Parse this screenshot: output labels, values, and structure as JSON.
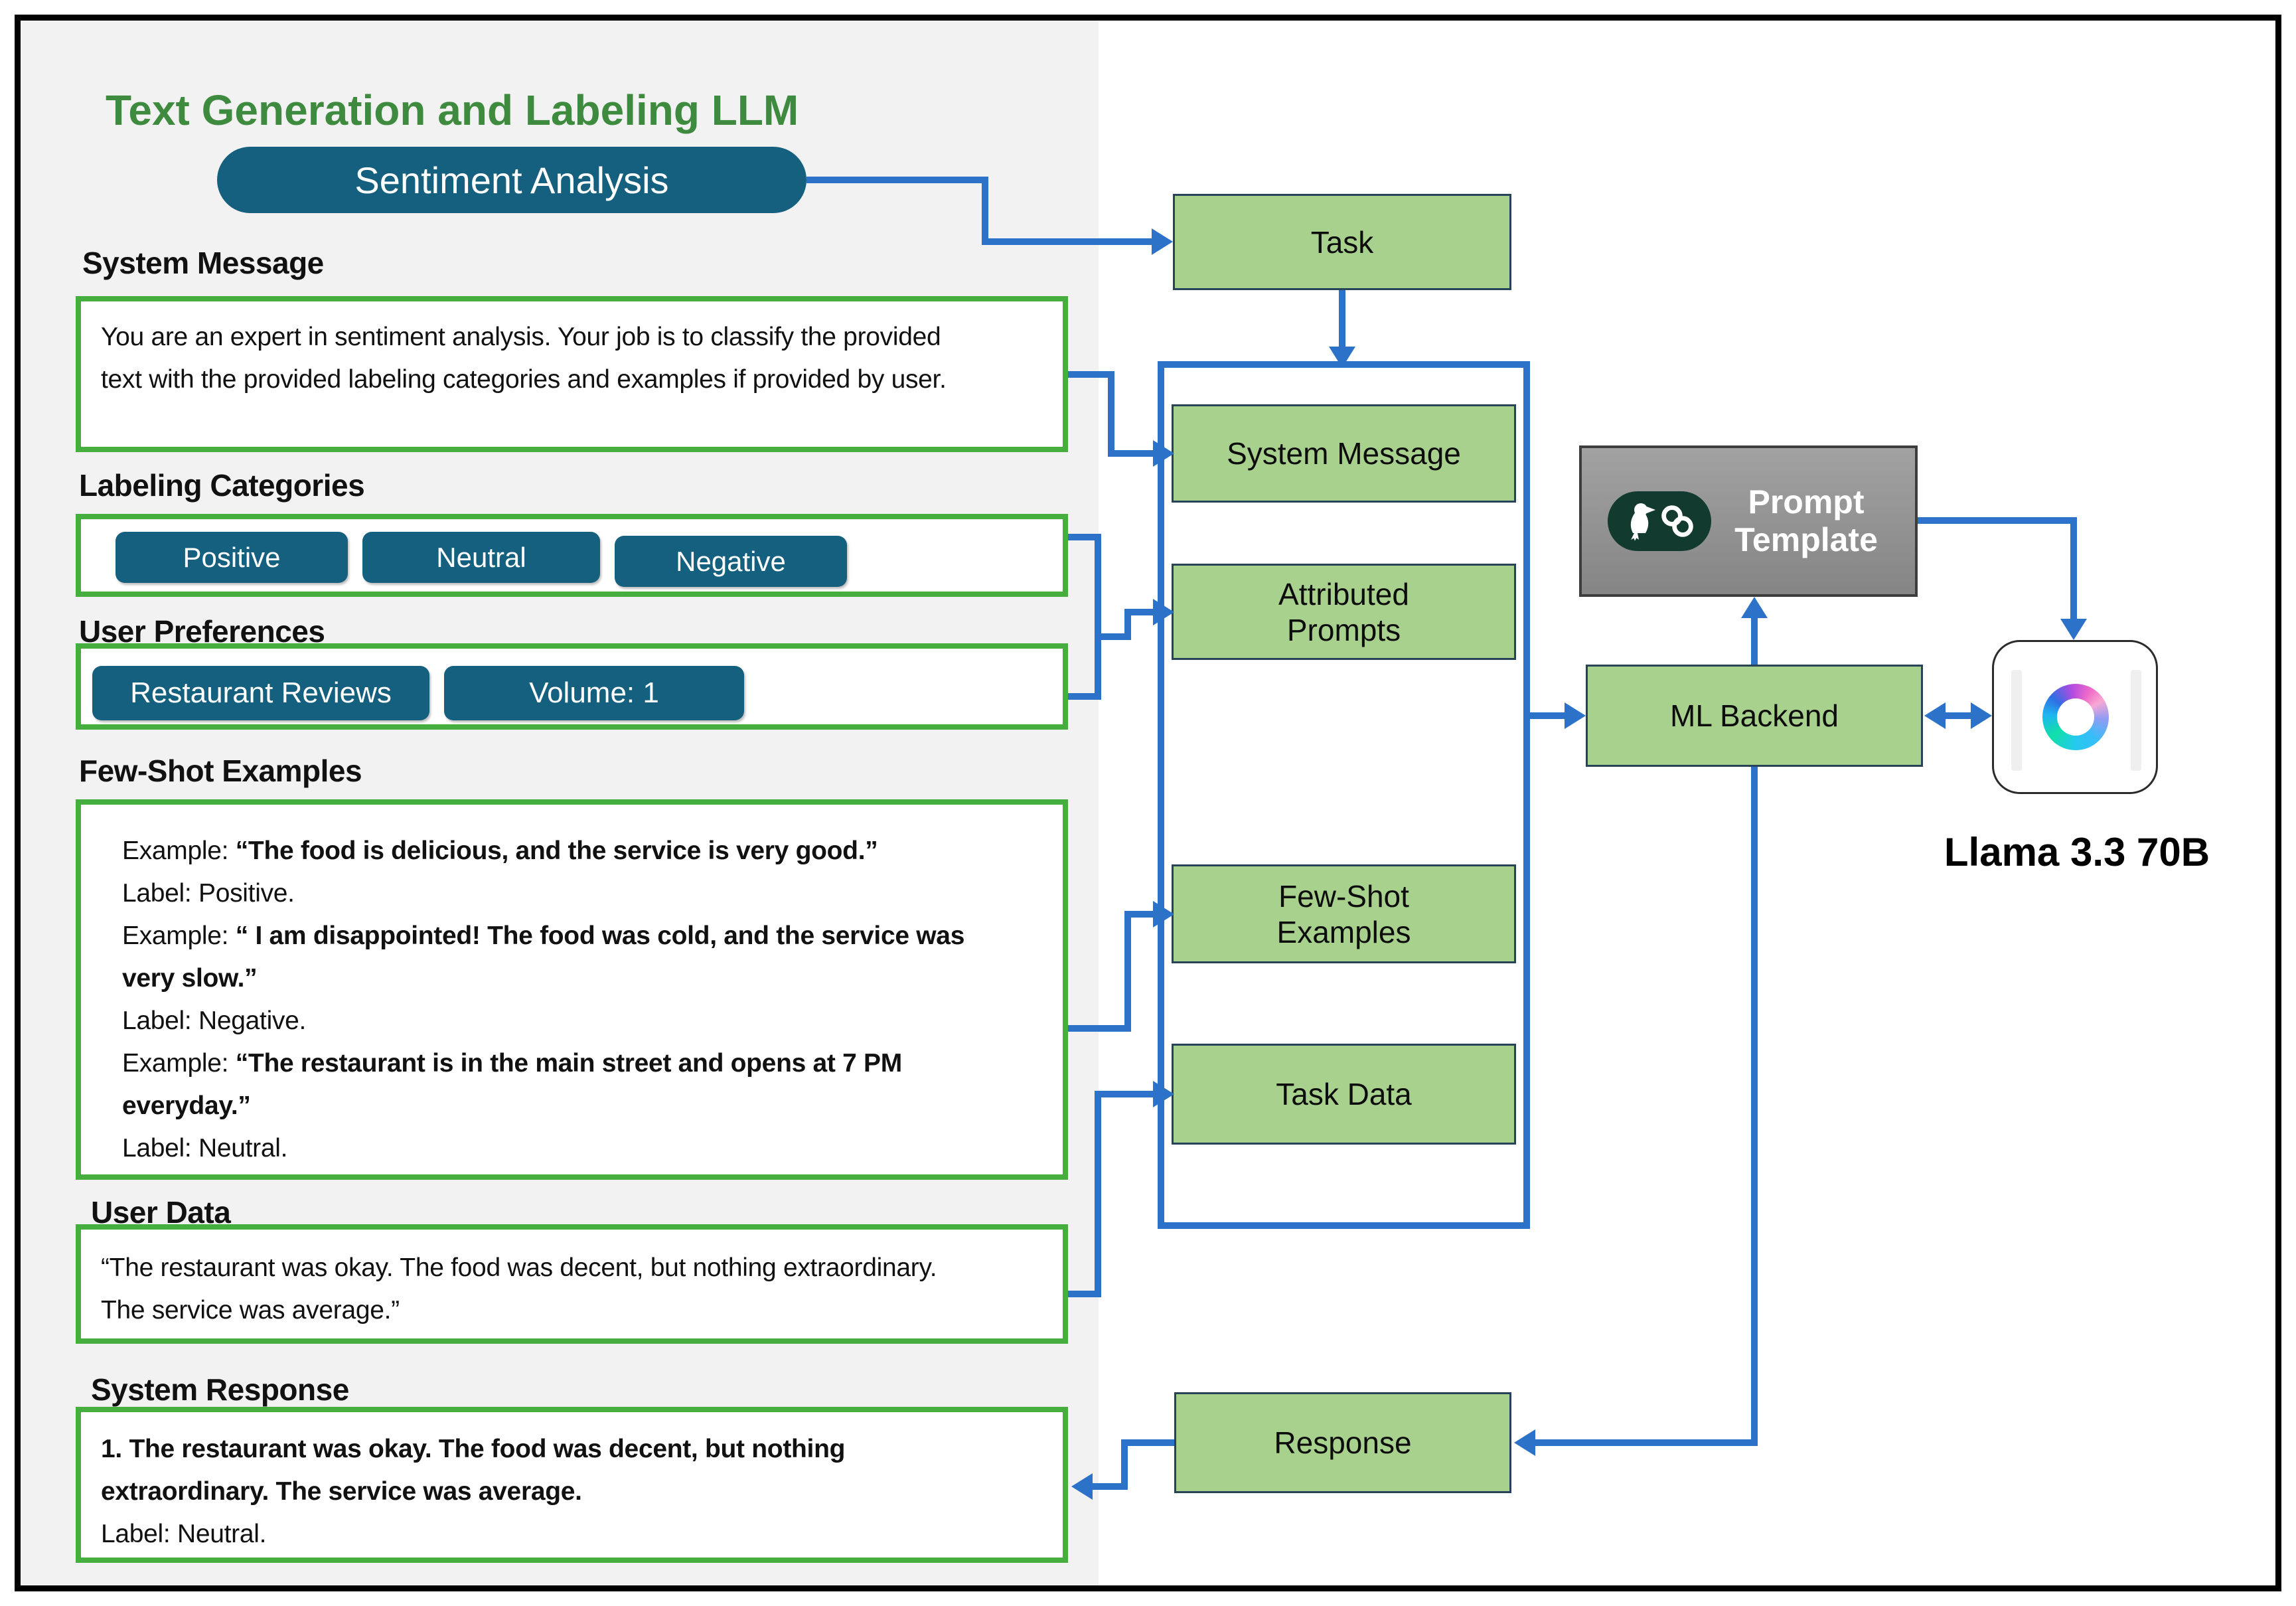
{
  "colors": {
    "blue": "#2b72c8",
    "green_fill": "#a9d18e",
    "green_border": "#46ad3f",
    "teal": "#15607e",
    "title_green": "#3e8b3f",
    "gray_panel": "#f2f2f2",
    "box_border": "#27435a",
    "lang_teal": "#123a2f"
  },
  "header": {
    "title": "Text Generation and Labeling LLM",
    "task_pill": "Sentiment Analysis"
  },
  "sections": {
    "system_message": {
      "label": "System Message",
      "body": "You are an  expert in sentiment analysis. Your job is to classify the provided text with the provided labeling  categories and examples if provided by user."
    },
    "labeling_categories": {
      "label": "Labeling Categories",
      "pills": [
        "Positive",
        "Neutral",
        "Negative"
      ]
    },
    "user_preferences": {
      "label": "User Preferences",
      "pills": [
        "Restaurant Reviews",
        "Volume: 1"
      ]
    },
    "few_shot": {
      "label": "Few-Shot Examples",
      "lines": [
        {
          "pre": "Example: ",
          "bold": "“The food is delicious, and the service is very good.”"
        },
        {
          "pre": "Label: Positive.",
          "bold": ""
        },
        {
          "pre": "Example: ",
          "bold": "“ I am disappointed! The food was cold, and the service was very slow.”"
        },
        {
          "pre": "Label: Negative.",
          "bold": ""
        },
        {
          "pre": "Example: ",
          "bold": "“The restaurant is in the main street and opens at 7 PM everyday.”"
        },
        {
          "pre": "Label: Neutral.",
          "bold": ""
        }
      ]
    },
    "user_data": {
      "label": "User Data",
      "body": "“The restaurant was okay. The food was decent, but nothing extraordinary. The service was average.”"
    },
    "system_response": {
      "label": "System Response",
      "bold_body": "1. The restaurant was okay. The food was decent, but nothing extraordinary. The service was average.",
      "tail": "Label: Neutral."
    }
  },
  "flow": {
    "task": "Task",
    "system_message": "System Message",
    "attributed_prompts": "Attributed Prompts",
    "few_shot": "Few-Shot Examples",
    "task_data": "Task Data",
    "response": "Response",
    "prompt_template": "Prompt Template",
    "ml_backend": "ML Backend",
    "model_caption": "Llama 3.3 70B"
  }
}
